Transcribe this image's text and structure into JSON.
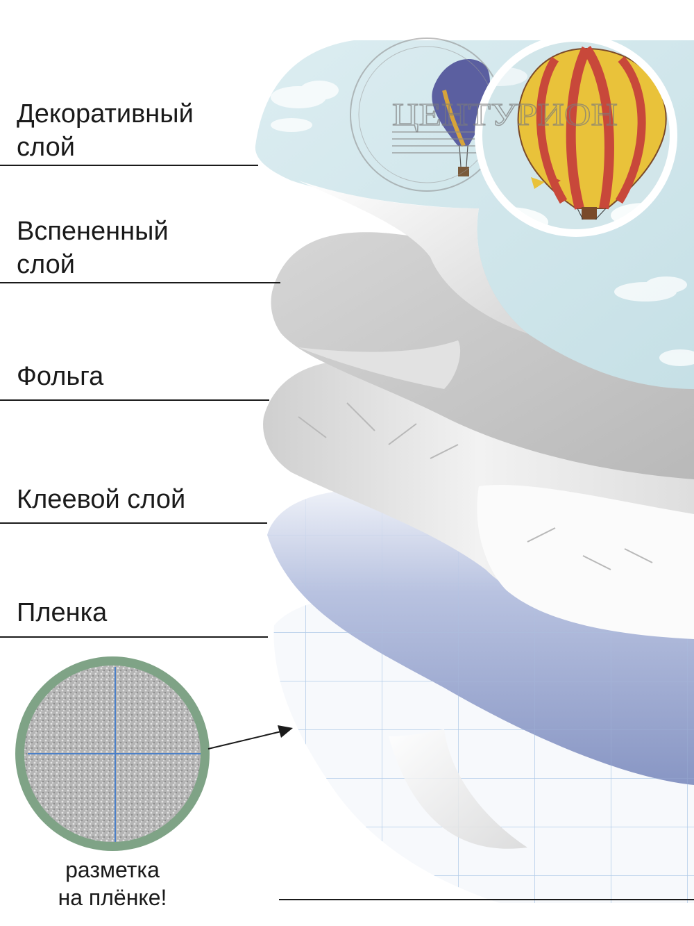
{
  "layers": [
    {
      "label": "Декоративный\nслой"
    },
    {
      "label": "Вспененный\nслой"
    },
    {
      "label": "Фольга"
    },
    {
      "label": "Клеевой слой"
    },
    {
      "label": "Пленка"
    }
  ],
  "callout": {
    "caption": "разметка\nна плёнке!"
  },
  "watermark": {
    "text": "ЦЕНТУРИОН"
  },
  "icons": [
    "hot-air-balloon-icon",
    "cloud-icon",
    "arrow-icon",
    "magnifier-circle-icon"
  ],
  "colors": {
    "decor": "#d5e8ec",
    "foam": "#c9c9c9",
    "foil": "#e6e6e6",
    "adhesive": "#8f9dca",
    "film": "#f7f9fc",
    "ring": "#7fa386",
    "text": "#1a1a1a"
  }
}
